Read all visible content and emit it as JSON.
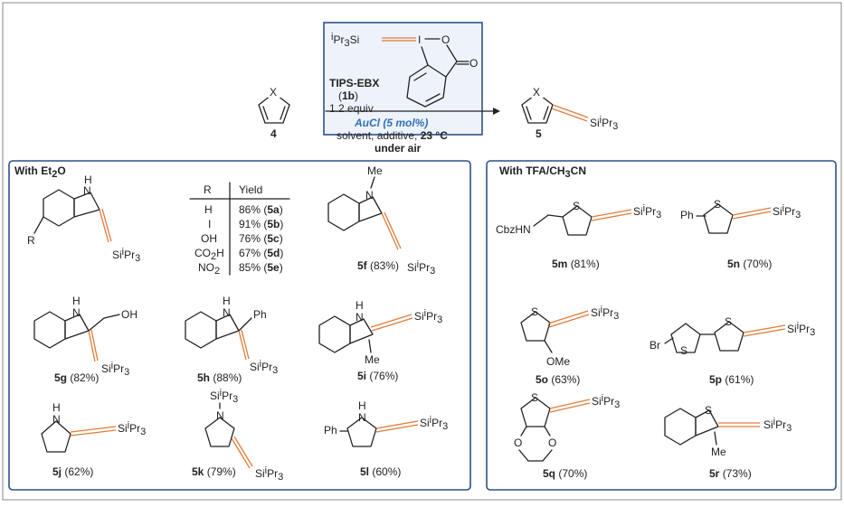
{
  "reagent": {
    "formula_prefix": "Pr",
    "formula_sub": "3",
    "formula_si": "Si",
    "iodine": "I",
    "oxygen": "O",
    "name": "TIPS-EBX",
    "code": "1b",
    "equiv": "1.2 equiv"
  },
  "conditions": {
    "catalyst": "AuCl (5 mol%)",
    "line2": "solvent, additive,",
    "temp": "23 °C",
    "air": "under air"
  },
  "scheme": {
    "x_atom": "X",
    "start_label": "4",
    "product_label": "5"
  },
  "common": {
    "si_group": "Si",
    "i_sup": "i",
    "pr": "Pr",
    "sub3": "3"
  },
  "left_panel": {
    "title_main": "With Et",
    "title_sub": "2",
    "title_end": "O",
    "table": {
      "header_r": "R",
      "header_yield": "Yield",
      "rows": [
        {
          "r": "H",
          "r_sub": "",
          "yield": "86% (",
          "code": "5a"
        },
        {
          "r": "I",
          "r_sub": "",
          "yield": "91% (",
          "code": "5b"
        },
        {
          "r": "OH",
          "r_sub": "",
          "yield": "76% (",
          "code": "5c"
        },
        {
          "r": "CO",
          "r_sub": "2",
          "r_end": "H",
          "yield": "67% (",
          "code": "5d"
        },
        {
          "r": "NO",
          "r_sub": "2",
          "r_end": "",
          "yield": "85% (",
          "code": "5e"
        }
      ]
    },
    "compounds": [
      {
        "code": "5f",
        "yield": "(83%)"
      },
      {
        "code": "5g",
        "yield": "(82%)"
      },
      {
        "code": "5h",
        "yield": "(88%)"
      },
      {
        "code": "5i",
        "yield": "(76%)"
      },
      {
        "code": "5j",
        "yield": "(62%)"
      },
      {
        "code": "5k",
        "yield": "(79%)"
      },
      {
        "code": "5l",
        "yield": "(60%)"
      }
    ],
    "atoms": {
      "r": "R",
      "h": "H",
      "n": "N",
      "me": "Me",
      "oh": "OH",
      "ph": "Ph"
    }
  },
  "right_panel": {
    "title_main": "With TFA/CH",
    "title_sub": "3",
    "title_end": "CN",
    "compounds": [
      {
        "code": "5m",
        "yield": "(81%)"
      },
      {
        "code": "5n",
        "yield": "(70%)"
      },
      {
        "code": "5o",
        "yield": "(63%)"
      },
      {
        "code": "5p",
        "yield": "(61%)"
      },
      {
        "code": "5q",
        "yield": "(70%)"
      },
      {
        "code": "5r",
        "yield": "(73%)"
      }
    ],
    "atoms": {
      "s": "S",
      "cbzhn": "CbzHN",
      "ph": "Ph",
      "br": "Br",
      "ome": "OMe",
      "o": "O",
      "me": "Me"
    }
  },
  "colors": {
    "accent": "#2f6fb6",
    "alkyne": "#e07b39",
    "panel_border": "#2f4f8a"
  }
}
